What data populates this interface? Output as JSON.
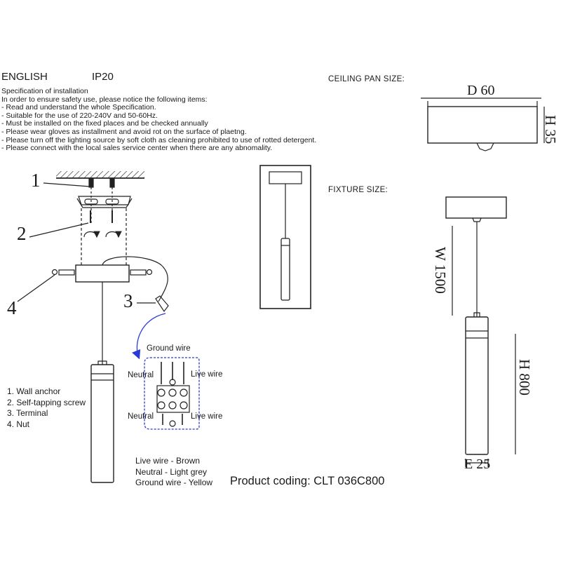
{
  "header": {
    "language": "ENGLISH",
    "ip_rating": "IP20"
  },
  "specification": {
    "title": "Specification of installation",
    "lines": [
      "In order to ensure safety use, please notice the following items:",
      "- Read and understand the whole Specification.",
      "- Suitable for the use of 220-240V and 50-60Hz.",
      "- Must be installed on the fixed places and be checked annually",
      "- Please wear gloves as installment and avoid rot on the surface of plaetng.",
      "- Please turn off the lighting source by soft cloth as cleaning prohibited to use of rotted detergent.",
      "- Please connect with the local sales service center when there are any abnomality."
    ]
  },
  "ceiling_pan": {
    "label": "CEILING PAN  SIZE:",
    "diameter": "D 60",
    "height": "H 35"
  },
  "fixture": {
    "label": "FIXTURE SIZE:",
    "wire_length": "W 1500",
    "height": "H 800",
    "diameter": "E 25"
  },
  "callouts": [
    "1",
    "2",
    "3",
    "4"
  ],
  "parts_legend": [
    "1. Wall anchor",
    "2. Self-tapping screw",
    "3. Terminal",
    "4. Nut"
  ],
  "wiring": {
    "ground": "Ground wire",
    "neutral_top": "Neutral",
    "live_top": "Live wire",
    "neutral_bottom": "Neutral",
    "live_bottom": "Live wire"
  },
  "wire_colors": [
    "Live wire - Brown",
    "Neutral - Light grey",
    "Ground wire - Yellow"
  ],
  "product_coding": "Product coding: CLT 036C800",
  "colors": {
    "line": "#222222",
    "wiring_box": "#2a3ad6"
  }
}
